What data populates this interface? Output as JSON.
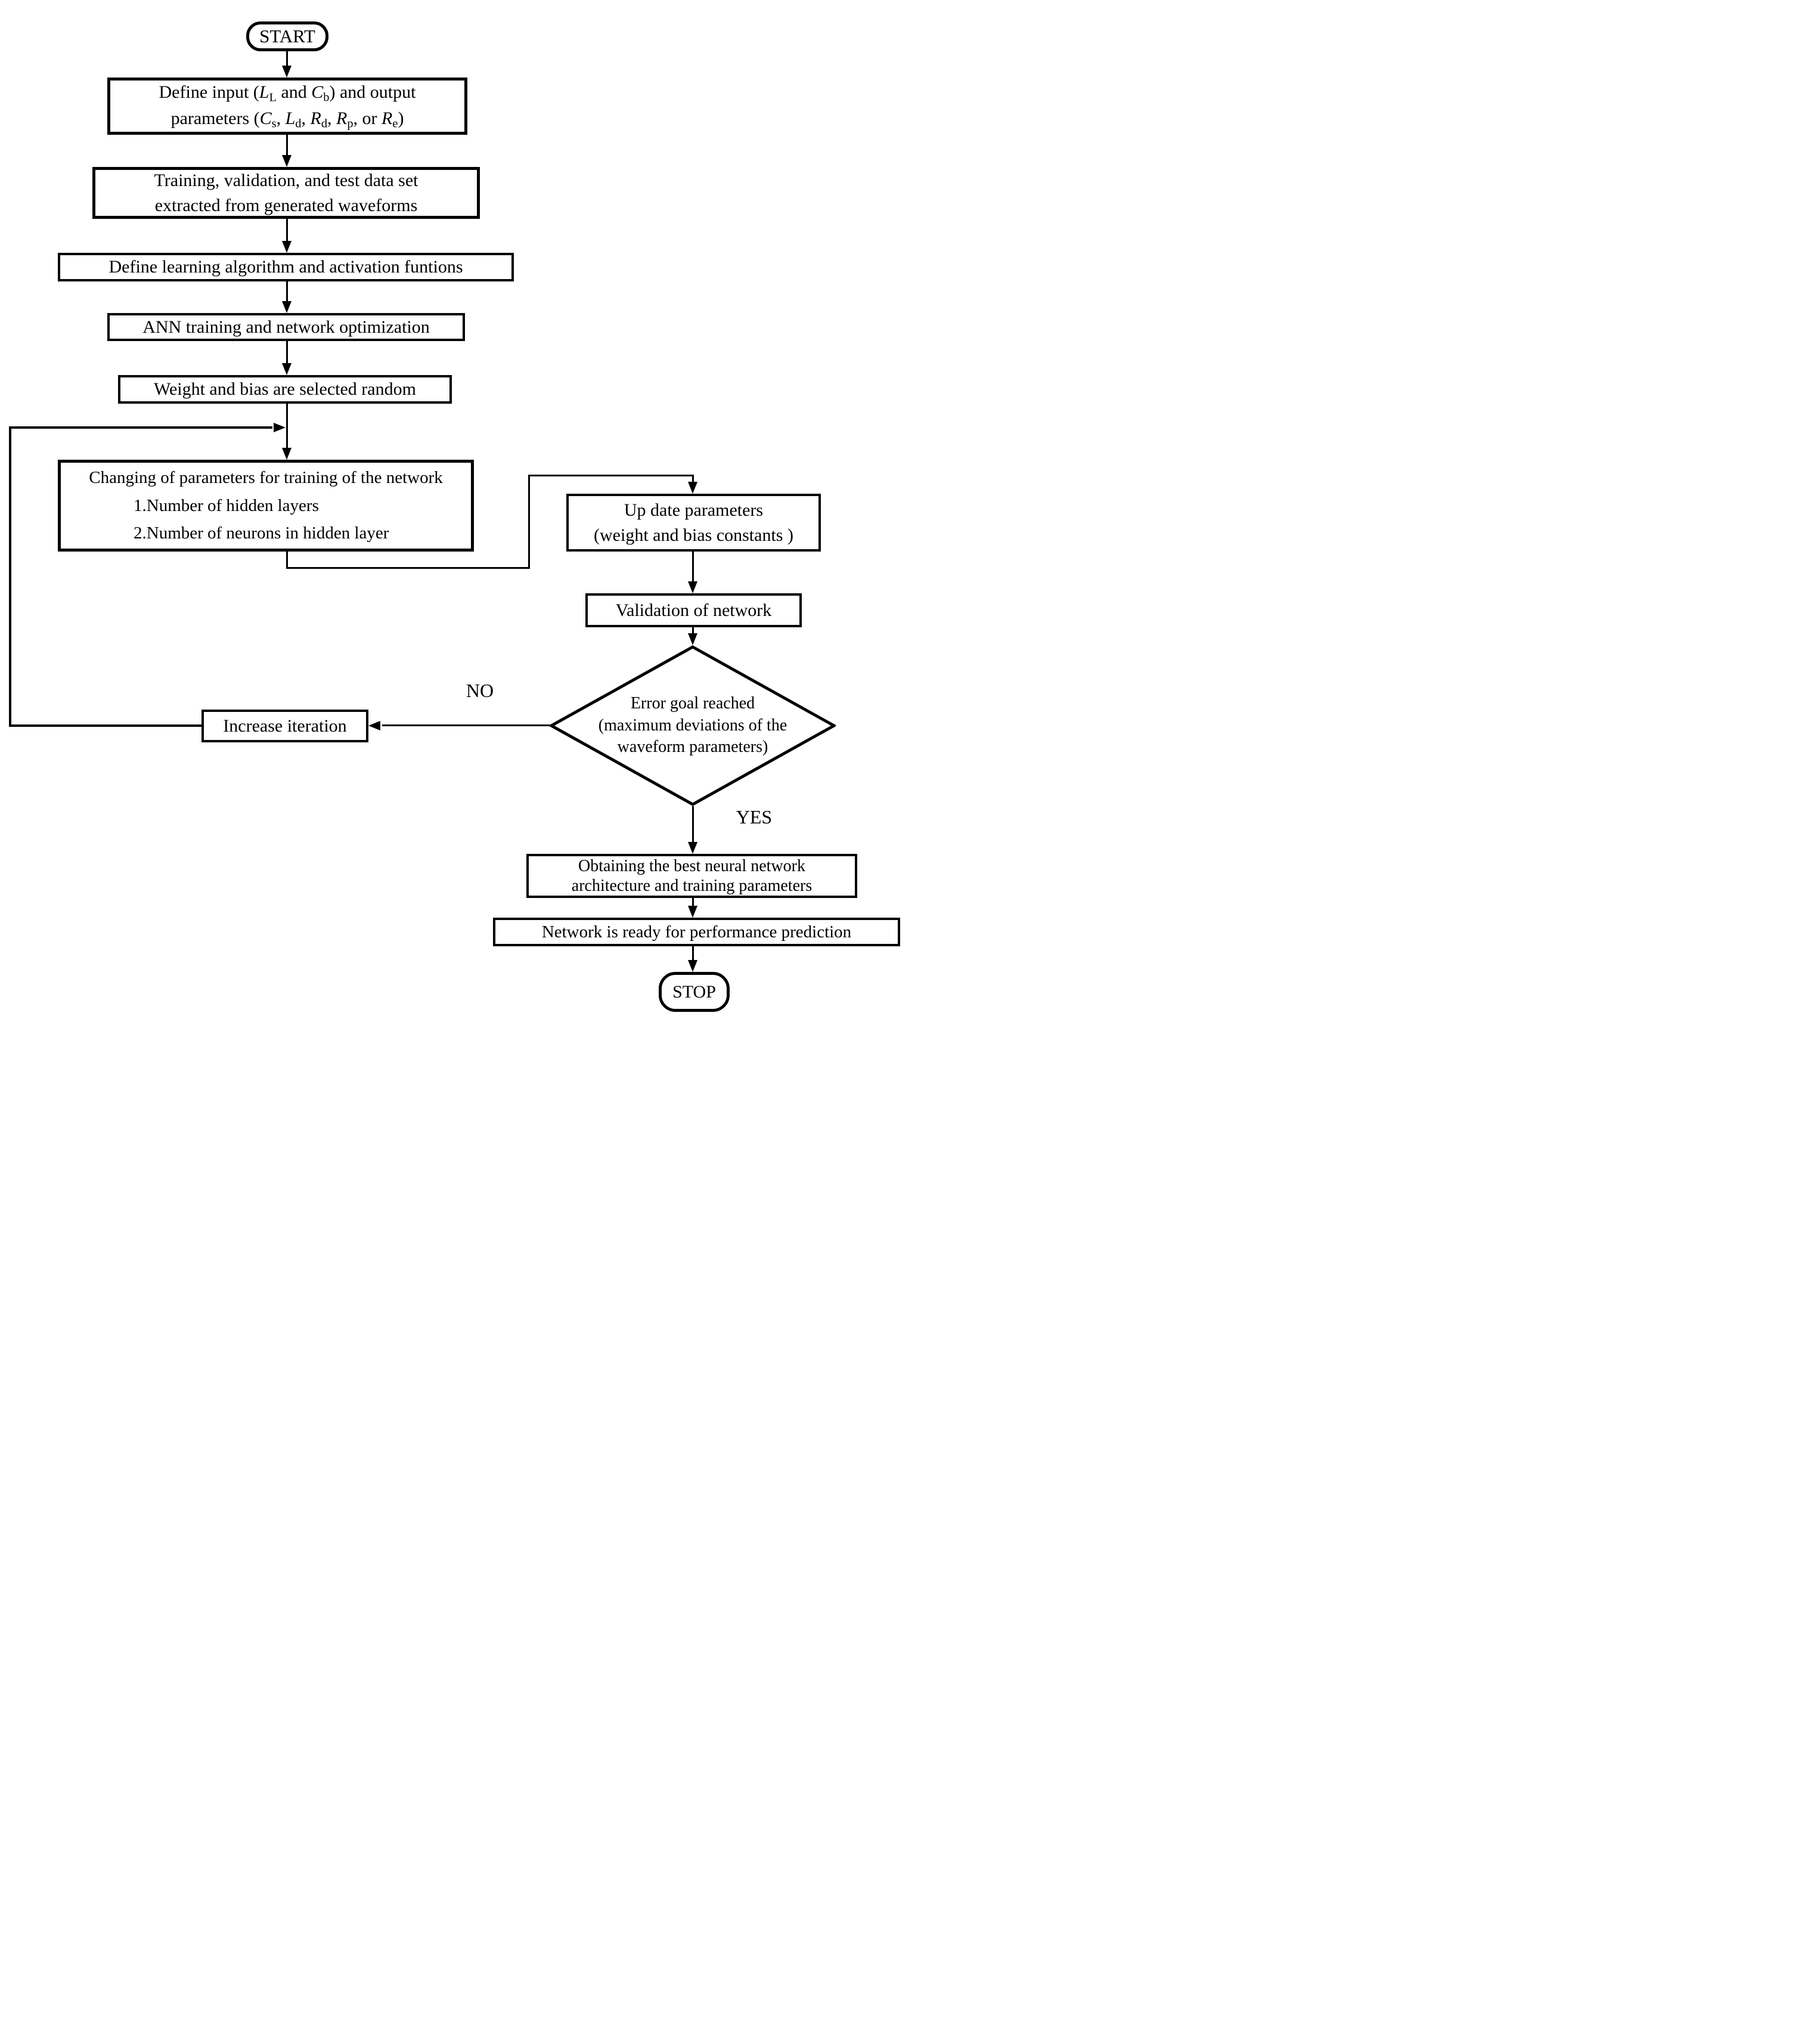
{
  "colors": {
    "ink": "#000000",
    "background": "#ffffff"
  },
  "flowchart": {
    "start": {
      "label": "START"
    },
    "define_io": {
      "line1": [
        {
          "t": "Define input ("
        },
        {
          "t": "L",
          "s": "i"
        },
        {
          "t": "L",
          "s": "sub"
        },
        {
          "t": " and "
        },
        {
          "t": "C",
          "s": "i"
        },
        {
          "t": "b",
          "s": "sub"
        },
        {
          "t": ") and output"
        }
      ],
      "line2": [
        {
          "t": "parameters ("
        },
        {
          "t": "C",
          "s": "i"
        },
        {
          "t": "s",
          "s": "sub"
        },
        {
          "t": ", "
        },
        {
          "t": "L",
          "s": "i"
        },
        {
          "t": "d",
          "s": "sub"
        },
        {
          "t": ", "
        },
        {
          "t": "R",
          "s": "i"
        },
        {
          "t": "d",
          "s": "sub"
        },
        {
          "t": ", "
        },
        {
          "t": "R",
          "s": "i"
        },
        {
          "t": "p",
          "s": "sub"
        },
        {
          "t": ", or "
        },
        {
          "t": "R",
          "s": "i"
        },
        {
          "t": "e",
          "s": "sub"
        },
        {
          "t": ")"
        }
      ]
    },
    "dataset": {
      "line1": "Training, validation, and test data set",
      "line2": "extracted from generated waveforms"
    },
    "learning": {
      "label": "Define learning algorithm and activation funtions"
    },
    "ann_training": {
      "label": "ANN training and network optimization"
    },
    "weights": {
      "label": "Weight and bias are selected random"
    },
    "changing": {
      "line1": "Changing of parameters for training of the network",
      "item1": "1.Number of hidden layers",
      "item2": "2.Number of neurons in hidden layer"
    },
    "update_params": {
      "line1": "Up date parameters",
      "line2": "(weight and bias constants )"
    },
    "validation": {
      "label": "Validation of network"
    },
    "decision": {
      "line1": "Error goal reached",
      "line2": "(maximum deviations of the",
      "line3": "waveform parameters)"
    },
    "no_label": "NO",
    "yes_label": "YES",
    "increase_iteration": {
      "label": "Increase iteration"
    },
    "obtaining": {
      "line1": "Obtaining the best neural network",
      "line2": "architecture and training parameters"
    },
    "network_ready": {
      "label": "Network is ready for performance prediction"
    },
    "stop": {
      "label": "STOP"
    }
  }
}
